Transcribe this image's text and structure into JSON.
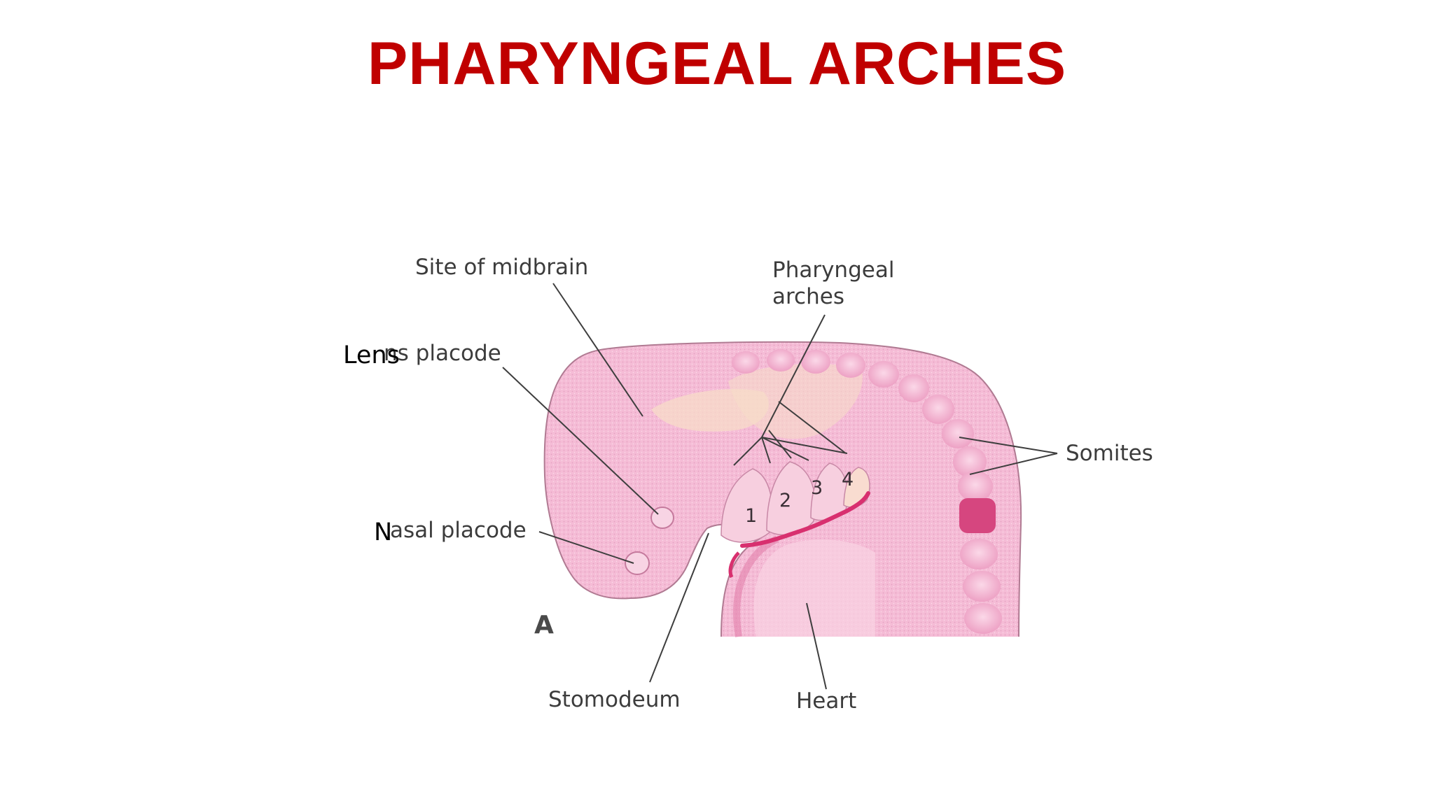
{
  "slide": {
    "title": "PHARYNGEAL ARCHES"
  },
  "figure": {
    "panel_letter": "A",
    "labels": {
      "midbrain": "Site of midbrain",
      "pharyngeal_line1": "Pharyngeal",
      "pharyngeal_line2": "arches",
      "lens_original_fragment": "ns placode",
      "lens_overlay": "Lens",
      "nasal_original_fragment": "asal placode",
      "nasal_overlay": "N",
      "somites": "Somites",
      "stomodeum": "Stomodeum",
      "heart": "Heart"
    },
    "arch_numbers": [
      "1",
      "2",
      "3",
      "4"
    ]
  },
  "colors": {
    "title": "#c00000",
    "embryo_base": "#f5bcd6",
    "embryo_outline": "#b07a92",
    "arch_tissue": "#f7cfdf",
    "highlight": "#f7dcc8",
    "somite": "#ef9fc4",
    "dark_somite": "#d6467f",
    "arch_groove": "#d8306f"
  }
}
